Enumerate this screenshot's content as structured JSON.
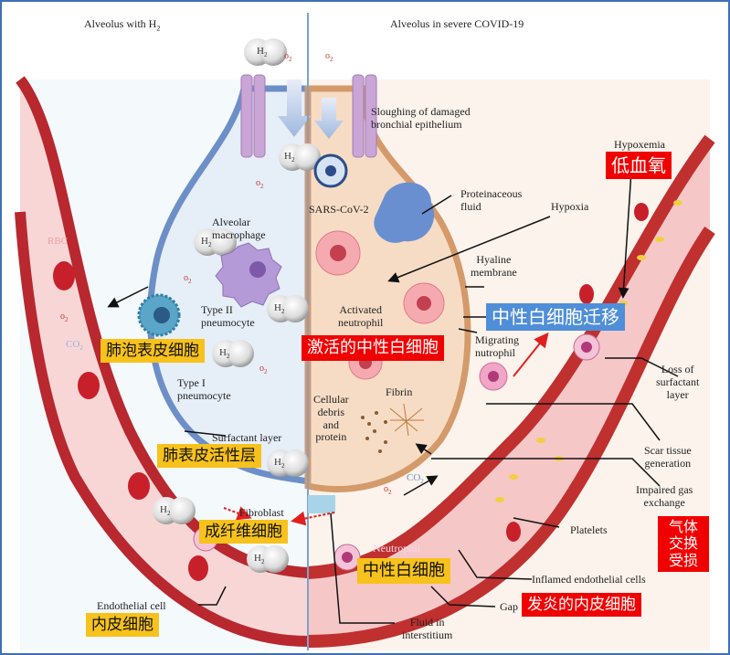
{
  "titles": {
    "left": "Alveolus with H",
    "left_sub": "2",
    "right": "Alveolus in severe COVID-19"
  },
  "labels": {
    "sloughing": "Sloughing of damaged\nbronchial epithelium",
    "sars": "SARS-CoV-2",
    "proteinaceous": "Proteinaceous\nfluid",
    "hypoxia": "Hypoxia",
    "hypoxemia": "Hypoxemia",
    "alveolar_macrophage": "Alveolar\nmacrophage",
    "type2": "Type II\npneumocyte",
    "type1": "Type I\npneumocyte",
    "hyaline": "Hyaline\nmembrane",
    "activated_neutrophil": "Activated\nneutrophil",
    "migrating_neutrophil": "Migrating\nnutrophil",
    "fibrin": "Fibrin",
    "cellular_debris": "Cellular\ndebris\nand\nprotein",
    "loss_surfactant": "Loss of\nsurfactant\nlayer",
    "surfactant_layer": "Surfactant layer",
    "scar": "Scar tissue\ngeneration",
    "impaired_gas": "Impaired gas\nexchange",
    "fibroblast": "Fibroblast",
    "platelets": "Platelets",
    "neutrophil": "Neutrophil",
    "inflamed": "Inflamed endothelial cells",
    "endothelial": "Endothelial cell",
    "gap": "Gap",
    "fluid": "Fluid in\ninterstitium",
    "rbc": "RBC",
    "co2": "CO",
    "o2": "o",
    "h2": "H",
    "sub2": "2"
  },
  "tags": {
    "low_blood_oxygen": "低血氧",
    "neutrophil_migration": "中性白细胞迁移",
    "alveolar_epithelial": "肺泡表皮细胞",
    "activated_neutrophil_cn": "激活的中性白细胞",
    "surfactant_cn": "肺表皮活性层",
    "fibroblast_cn": "成纤维细胞",
    "neutrophil_cn": "中性白细胞",
    "gas_exchange_cn": "气体交换受损",
    "inflamed_endothelial_cn": "发炎的内皮细胞",
    "endothelial_cn": "内皮细胞"
  },
  "colors": {
    "tag_orange": "#f7c21b",
    "tag_red": "#f00000",
    "tag_blue": "#4f8ed8",
    "vessel": "#b8282e",
    "frame": "#3d6fb8"
  }
}
